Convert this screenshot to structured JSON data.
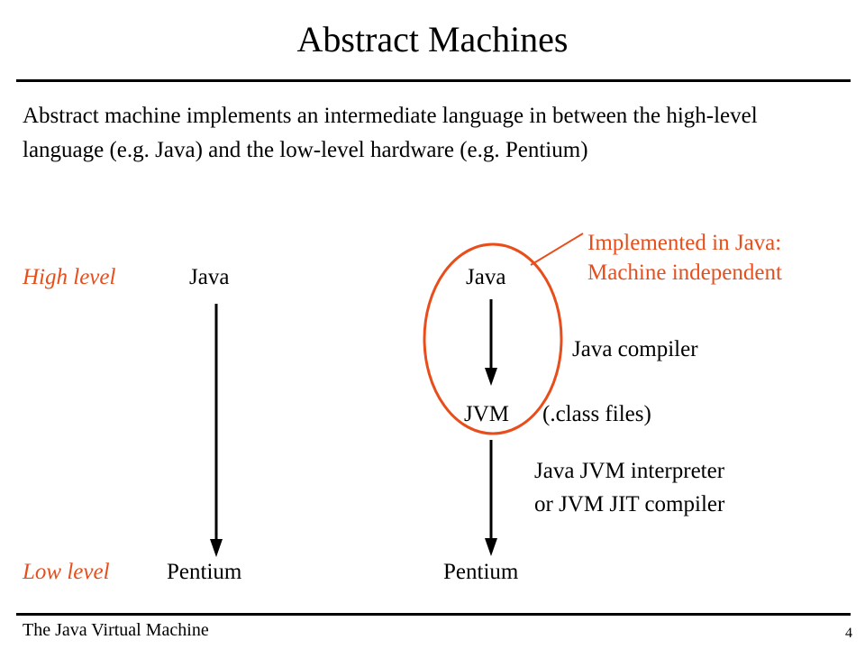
{
  "slide": {
    "title": "Abstract Machines",
    "intro": "Abstract machine implements an intermediate language in between the high-level language (e.g. Java) and the low-level hardware (e.g. Pentium)",
    "callout": {
      "line1": "Implemented in Java:",
      "line2": "Machine independent"
    },
    "levels": {
      "high": "High level",
      "low": "Low level"
    },
    "left_column": {
      "top": "Java",
      "bottom": "Pentium"
    },
    "right_column": {
      "top": "Java",
      "step1_label": "Java compiler",
      "middle": "JVM",
      "middle_note": "(.class files)",
      "step2_line1": "Java JVM interpreter",
      "step2_line2": "or JVM JIT compiler",
      "bottom": "Pentium"
    },
    "footer": "The Java Virtual Machine",
    "page_number": "4"
  },
  "colors": {
    "accent": "#e84e1b",
    "text": "#000000",
    "background": "#ffffff"
  }
}
